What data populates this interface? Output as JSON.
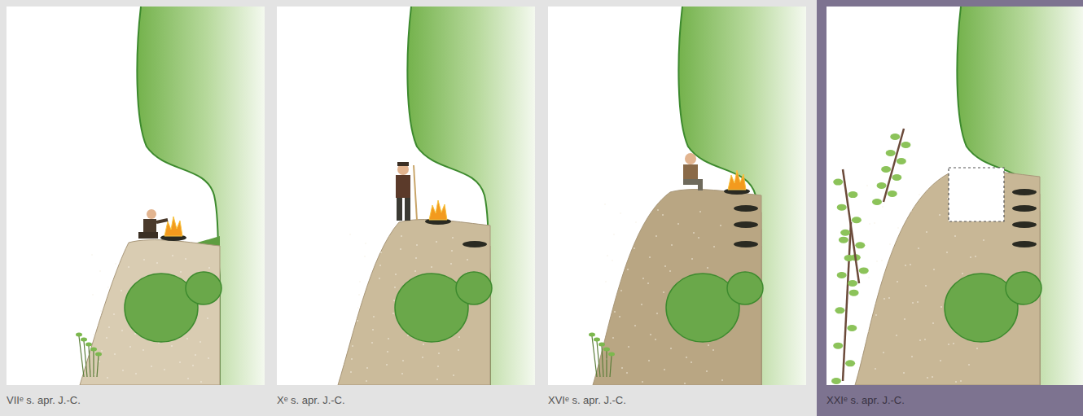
{
  "diagram": {
    "labels": [
      "VIIᵉ s. apr. J.-C.",
      "Xᵉ s. apr. J.-C.",
      "XVIᵉ s. apr. J.-C.",
      "XXIᵉ s. apr. J.-C."
    ]
  }
}
